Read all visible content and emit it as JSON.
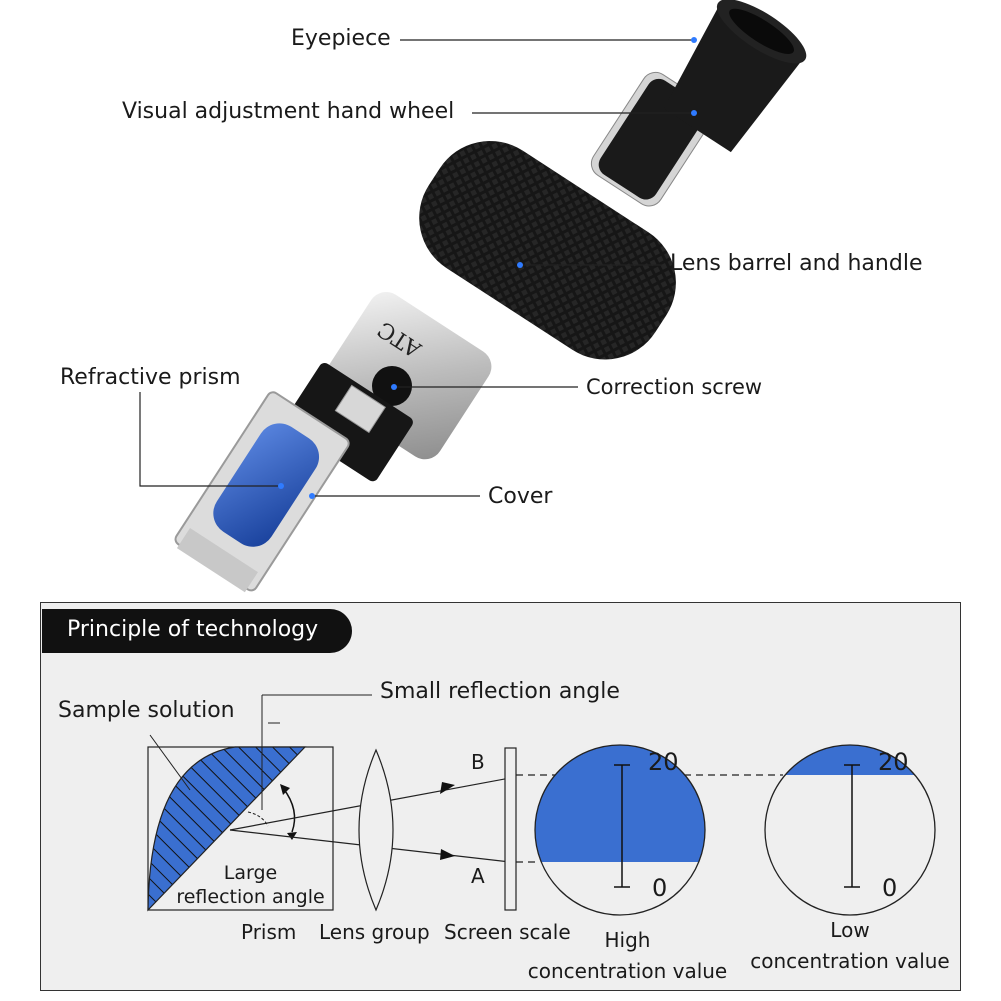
{
  "product_labels": {
    "eyepiece": "Eyepiece",
    "hand_wheel": "Visual adjustment hand wheel",
    "lens_barrel": "Lens barrel and handle",
    "refractive_prism": "Refractive prism",
    "correction_screw": "Correction screw",
    "cover": "Cover",
    "atc": "ATC"
  },
  "principle": {
    "title": "Principle of technology",
    "sample_solution": "Sample solution",
    "small_angle": "Small reflection angle",
    "large_angle_line1": "Large",
    "large_angle_line2": "reflection angle",
    "point_b": "B",
    "point_a": "A",
    "prism": "Prism",
    "lens_group": "Lens group",
    "screen_scale": "Screen scale",
    "high_line1": "High",
    "high_line2": "concentration value",
    "low_line1": "Low",
    "low_line2": "concentration value",
    "scale_top_high": "20",
    "scale_bottom_high": "0",
    "scale_top_low": "20",
    "scale_bottom_low": "0"
  },
  "colors": {
    "sample_blue": "#3a6fd0",
    "prism_blue": "#2a56b8",
    "handle_black": "#141414",
    "barrel_silver": "#c9c9c9"
  }
}
